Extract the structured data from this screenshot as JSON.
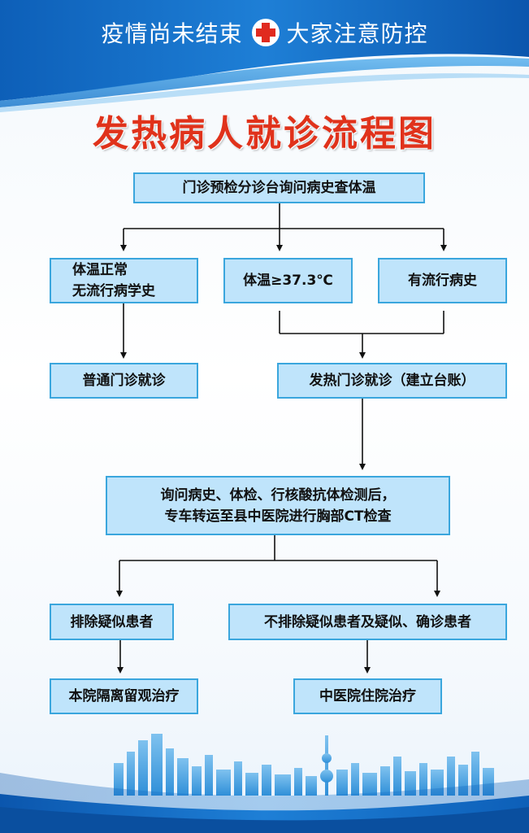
{
  "header": {
    "left_text": "疫情尚未结束",
    "right_text": "大家注意防控",
    "icon": "red-cross-icon"
  },
  "title": "发热病人就诊流程图",
  "flow": {
    "step1": "门诊预检分诊台询问病史查体温",
    "normal": "体温正常\n无流行病学史",
    "temp": "体温≥37.3℃",
    "history": "有流行病史",
    "regular_clinic": "普通门诊就诊",
    "fever_clinic": "发热门诊就诊（建立台账）",
    "inquiry": "询问病史、体检、行核酸抗体检测后，\n专车转运至县中医院进行胸部CT检查",
    "exclude": "排除疑似患者",
    "not_exclude": "不排除疑似患者及疑似、确诊患者",
    "isolation": "本院隔离留观治疗",
    "hospital": "中医院住院治疗"
  },
  "colors": {
    "title": "#e0321b",
    "node_fill": "#bfe4fb",
    "node_border": "#3aa6dd",
    "header_blue": "#1565c0",
    "cross_red": "#e02a1f"
  }
}
